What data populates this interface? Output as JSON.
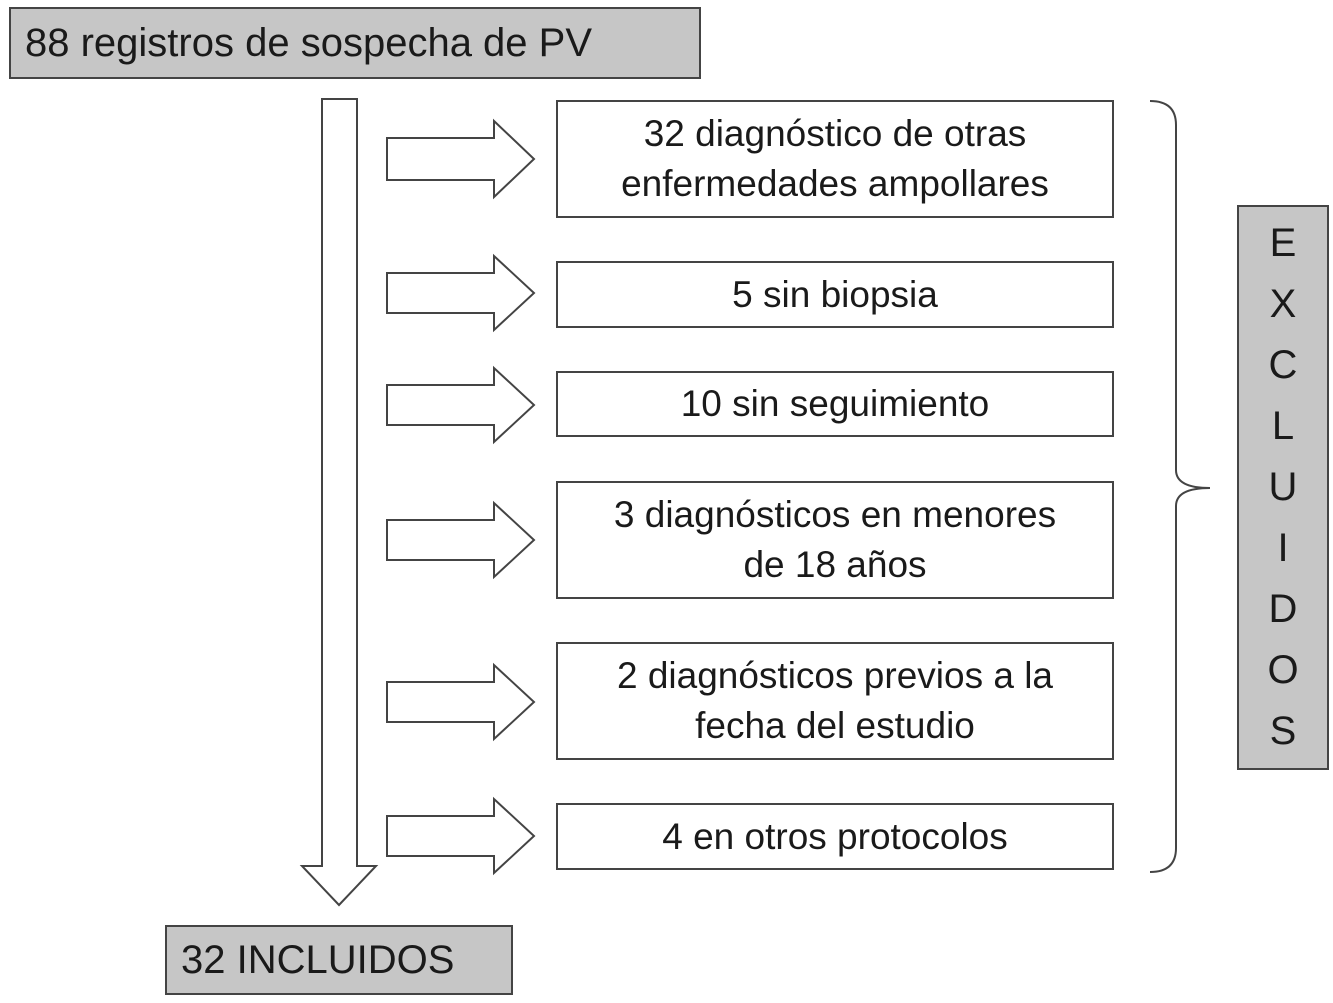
{
  "top": {
    "label": "88 registros de sospecha de PV"
  },
  "exclusions": [
    {
      "label": "32 diagnóstico de otras\nenfermedades ampollares"
    },
    {
      "label": "5 sin biopsia"
    },
    {
      "label": "10 sin seguimiento"
    },
    {
      "label": "3 diagnósticos en menores\nde 18 años"
    },
    {
      "label": "2 diagnósticos previos a la\nfecha del estudio"
    },
    {
      "label": "4 en otros protocolos"
    }
  ],
  "excluded_label": {
    "letters": [
      "E",
      "X",
      "C",
      "L",
      "U",
      "I",
      "D",
      "O",
      "S"
    ]
  },
  "bottom": {
    "label": "32 INCLUIDOS"
  },
  "colors": {
    "gray_box": "#c6c6c6",
    "stroke": "#444444"
  }
}
